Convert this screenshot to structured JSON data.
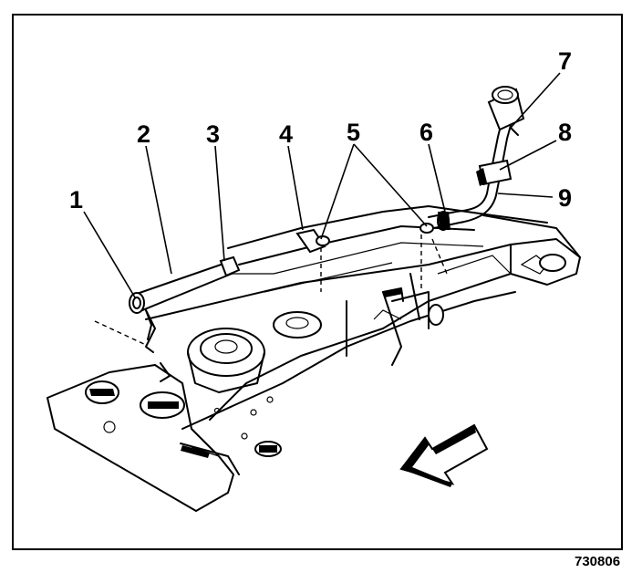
{
  "figure": {
    "callouts": [
      "1",
      "2",
      "3",
      "4",
      "5",
      "6",
      "7",
      "8",
      "9"
    ],
    "figure_id": "730806",
    "colors": {
      "ink": "#000000",
      "paper": "#ffffff"
    }
  }
}
